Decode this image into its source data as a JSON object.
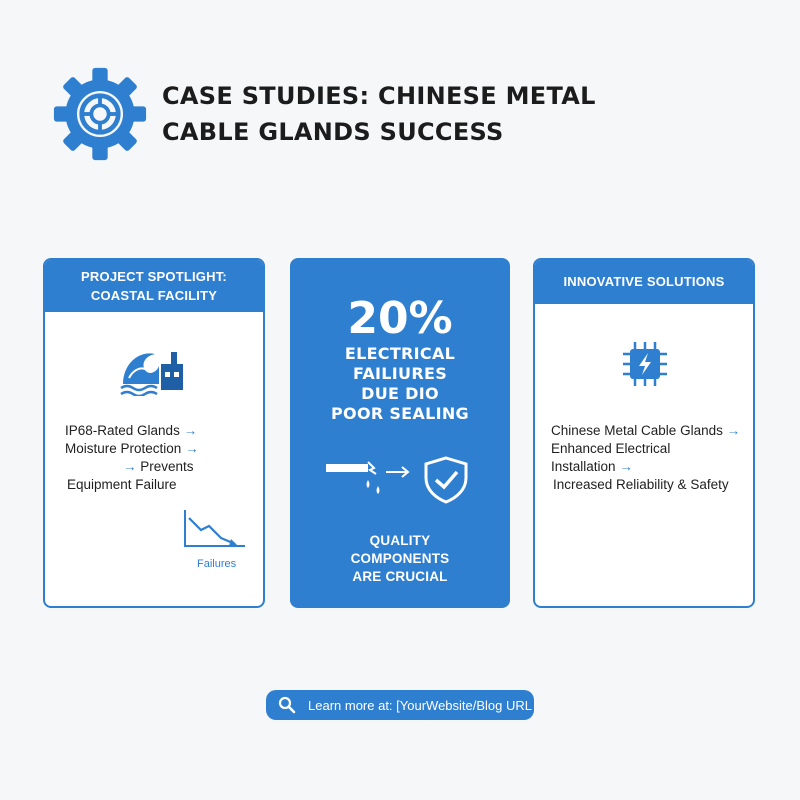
{
  "header": {
    "title_line1": "CASE STUDIES: CHINESE METAL",
    "title_line2": "CABLE GLANDS SUCCESS",
    "icon": "gear-icon"
  },
  "left_card": {
    "heading_line1": "PROJECT SPOTLIGHT:",
    "heading_line2": "COASTAL FACILITY",
    "icon": "wave-factory-icon",
    "lines": [
      "IP68-Rated Glands",
      "Moisture Protection",
      "Prevents",
      "Equipment Failure"
    ],
    "arrow": "→",
    "chart_label": "Failures"
  },
  "middle_card": {
    "stat": "20%",
    "text_lines": [
      "ELECTRICAL",
      "FAILIURES",
      "DUE DIO",
      "POOR SEALING"
    ],
    "icon": "shield-check-icon",
    "bottom_lines": [
      "QUALITY",
      "COMPONENTS",
      "ARE CRUCIAL"
    ]
  },
  "right_card": {
    "heading": "INNOVATIVE SOLUTIONS",
    "icon": "chip-lightning-icon",
    "lines": [
      "Chinese Metal Cable Glands",
      "Enhanced Electrical",
      "Installation",
      "Increased Reliability & Safety"
    ],
    "arrow": "→"
  },
  "cta": {
    "label": "Learn more at: [YourWebsite/Blog URL",
    "icon": "search-icon"
  },
  "colors": {
    "accent": "#2f7fd0",
    "background": "#f6f7f9"
  }
}
